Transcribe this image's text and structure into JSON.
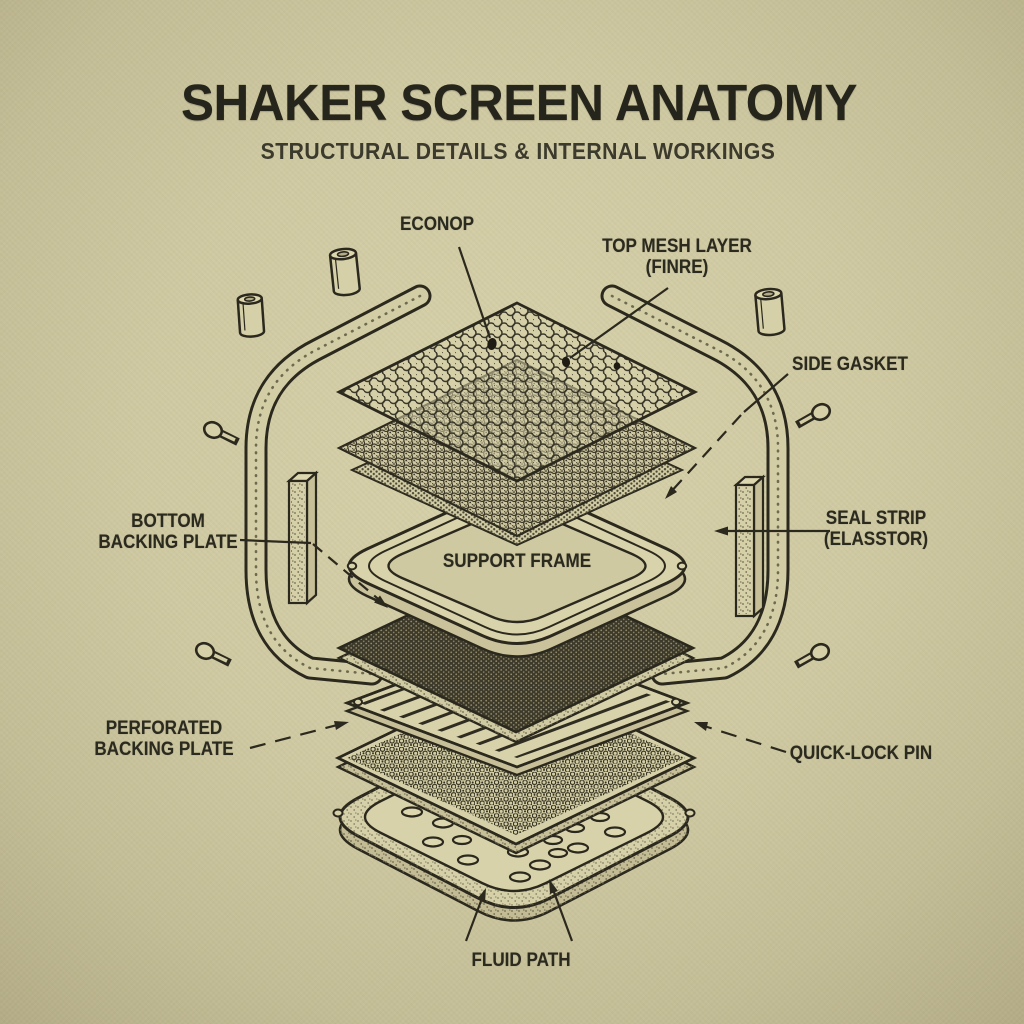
{
  "header": {
    "title": "SHAKER SCREEN ANATOMY",
    "subtitle": "STRUCTURAL DETAILS & INTERNAL WORKINGS"
  },
  "labels": {
    "econop": "ECONOP",
    "top_mesh": {
      "line1": "TOP MESH LAYER",
      "line2": "(FINRE)"
    },
    "side_gasket": "SIDE GASKET",
    "seal_strip": {
      "line1": "SEAL STRIP",
      "line2": "(ELASSTOR)"
    },
    "bottom_backing": {
      "line1": "BOTTOM",
      "line2": "BACKING PLATE"
    },
    "support_frame": "SUPPORT FRAME",
    "perforated_backing": {
      "line1": "PERFORATED",
      "line2": "BACKING PLATE"
    },
    "quick_lock_pin": "QUICK-LOCK PIN",
    "fluid_path": "FLUID PATH"
  },
  "colors": {
    "paper": "#cfc9a2",
    "ink": "#2b291e",
    "plate_fill": "#d8d2aa",
    "dark_plate": "#3c392a"
  }
}
